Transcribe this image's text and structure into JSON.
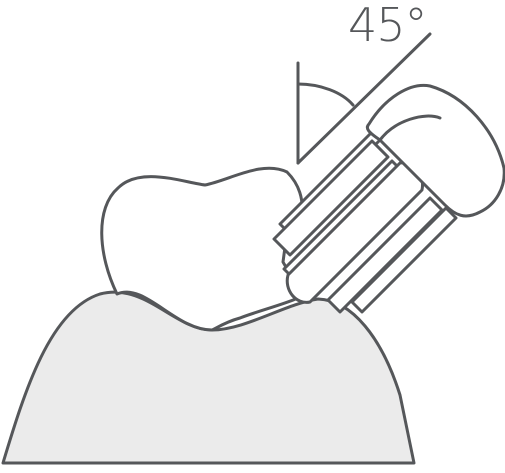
{
  "diagram": {
    "angle_label": "45°"
  },
  "colors": {
    "stroke": "#55575a",
    "gum_fill": "#ebebeb",
    "tooth_fill": "#ffffff",
    "background": "#ffffff"
  },
  "icons": [
    "tooth",
    "gum",
    "toothbrush-head",
    "bristle-tufts",
    "angle-indicator"
  ]
}
